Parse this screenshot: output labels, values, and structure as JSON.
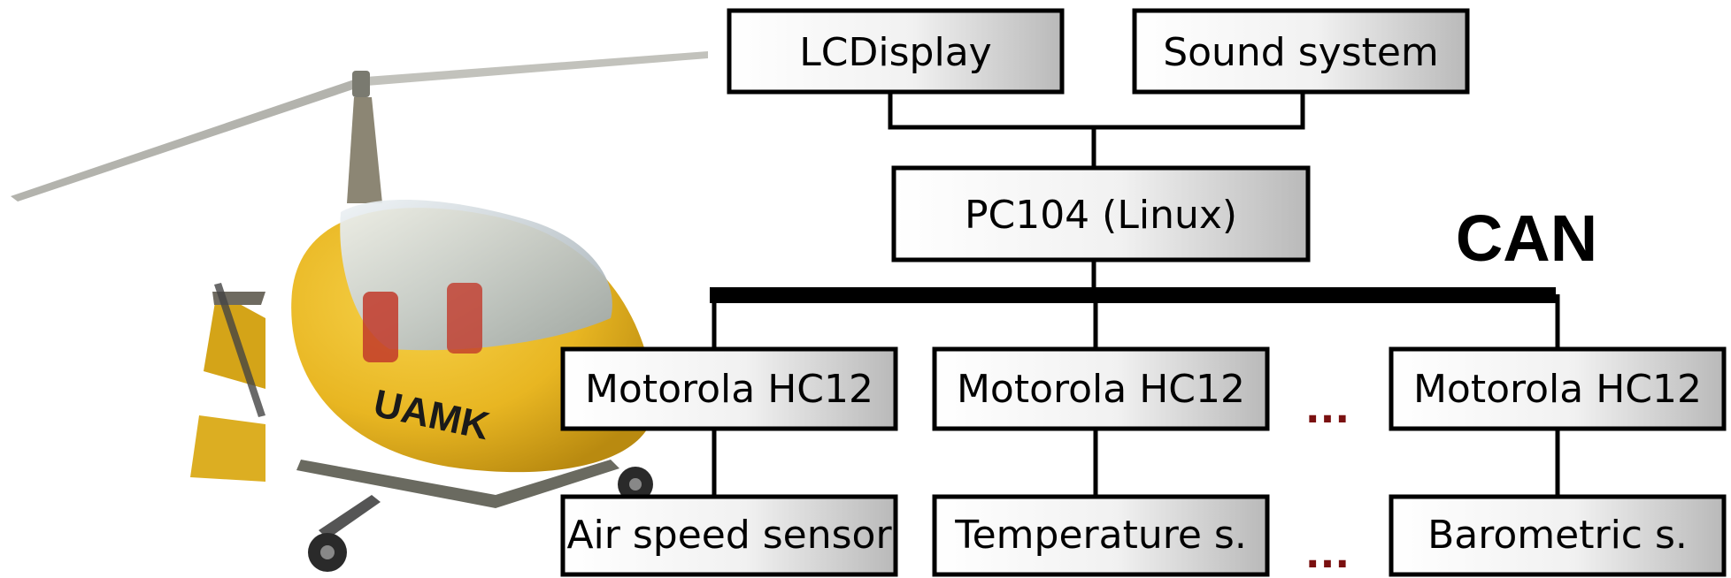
{
  "diagram": {
    "bus_label": "CAN",
    "colors": {
      "box_stroke": "#000000",
      "ellipsis": "#7a1010",
      "aircraft_body": "#e8b622"
    },
    "top_nodes": [
      "LCDisplay",
      "Sound system"
    ],
    "computer": "PC104 (Linux)",
    "controllers": [
      "Motorola HC12",
      "Motorola HC12",
      "Motorola HC12"
    ],
    "sensors": [
      "Air speed sensor",
      "Temperature s.",
      "Barometric s."
    ],
    "ellipsis": "...",
    "aircraft_marking": "UAMK",
    "edges": [
      {
        "from": "LCDisplay",
        "to": "PC104 (Linux)"
      },
      {
        "from": "Sound system",
        "to": "PC104 (Linux)"
      },
      {
        "from": "PC104 (Linux)",
        "to": "CAN"
      },
      {
        "from": "CAN",
        "to": "Motorola HC12 #1"
      },
      {
        "from": "CAN",
        "to": "Motorola HC12 #2"
      },
      {
        "from": "CAN",
        "to": "Motorola HC12 #3"
      },
      {
        "from": "Motorola HC12 #1",
        "to": "Air speed sensor"
      },
      {
        "from": "Motorola HC12 #2",
        "to": "Temperature s."
      },
      {
        "from": "Motorola HC12 #3",
        "to": "Barometric s."
      }
    ]
  }
}
